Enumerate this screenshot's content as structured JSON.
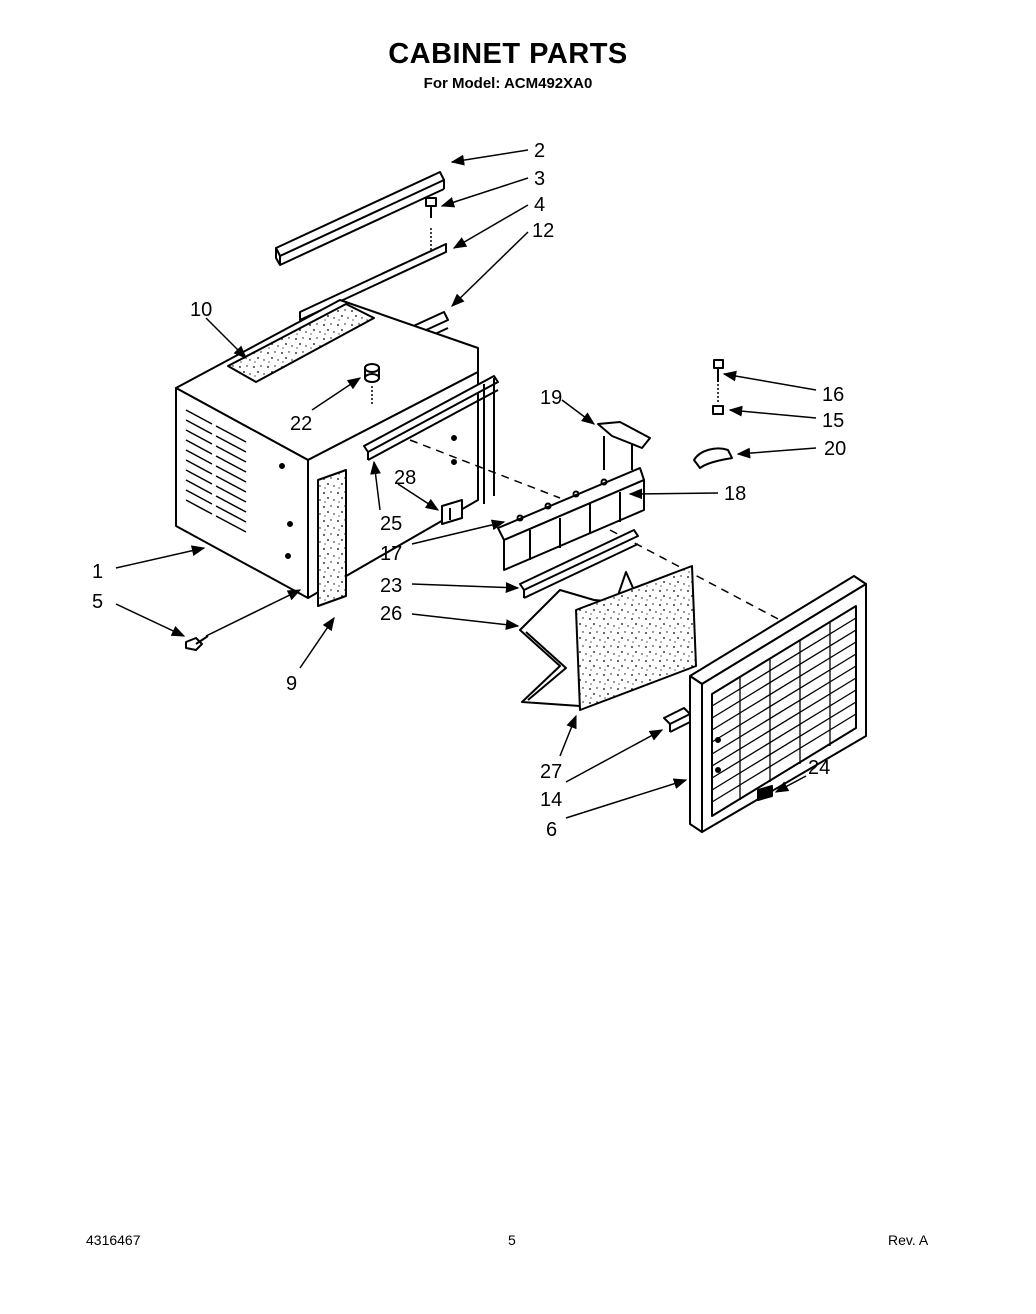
{
  "header": {
    "title": "CABINET PARTS",
    "model": "For Model: ACM492XA0"
  },
  "footer": {
    "doc_number": "4316467",
    "page": "5",
    "revision": "Rev. A"
  },
  "callouts": [
    "1",
    "2",
    "3",
    "4",
    "5",
    "6",
    "9",
    "10",
    "12",
    "14",
    "15",
    "16",
    "17",
    "18",
    "19",
    "20",
    "22",
    "23",
    "24",
    "25",
    "26",
    "27",
    "28"
  ]
}
